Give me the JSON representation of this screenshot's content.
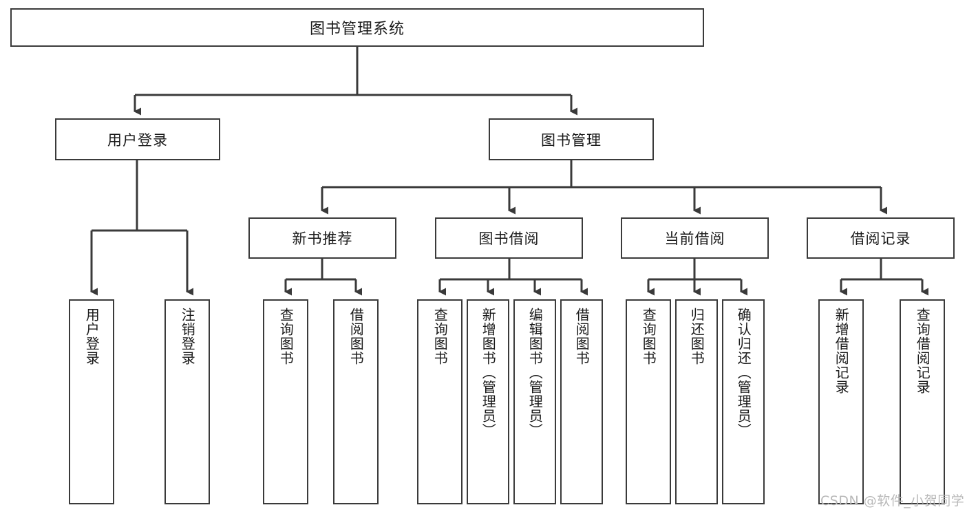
{
  "diagram": {
    "title_box": {
      "label": "图书管理系统"
    },
    "level2": [
      {
        "id": "user-login",
        "label": "用户登录"
      },
      {
        "id": "book-management",
        "label": "图书管理"
      }
    ],
    "level3": [
      {
        "id": "new-book-recommend",
        "label": "新书推荐"
      },
      {
        "id": "book-borrow",
        "label": "图书借阅"
      },
      {
        "id": "current-borrow",
        "label": "当前借阅"
      },
      {
        "id": "borrow-record",
        "label": "借阅记录"
      }
    ],
    "leaves": [
      {
        "id": "leaf-user-login",
        "label": "用户登录"
      },
      {
        "id": "leaf-logout-login",
        "label": "注销登录"
      },
      {
        "id": "leaf-query-book-1",
        "label": "查询图书"
      },
      {
        "id": "leaf-borrow-book-1",
        "label": "借阅图书"
      },
      {
        "id": "leaf-query-book-2",
        "label": "查询图书"
      },
      {
        "id": "leaf-add-book",
        "label": "新增图书（管理员）"
      },
      {
        "id": "leaf-edit-book",
        "label": "编辑图书（管理员）"
      },
      {
        "id": "leaf-borrow-book-2",
        "label": "借阅图书"
      },
      {
        "id": "leaf-query-book-3",
        "label": "查询图书"
      },
      {
        "id": "leaf-return-book",
        "label": "归还图书"
      },
      {
        "id": "leaf-confirm-return",
        "label": "确认归还（管理员）"
      },
      {
        "id": "leaf-add-borrow-record",
        "label": "新增借阅记录"
      },
      {
        "id": "leaf-query-borrow-record",
        "label": "查询借阅记录"
      }
    ],
    "watermark": {
      "text": "CSDN @软件_小贺同学"
    },
    "colors": {
      "line": "#3a3a3a",
      "background": "#ffffff",
      "text": "#1a1a1a",
      "watermark": "#b9b9b9"
    }
  }
}
